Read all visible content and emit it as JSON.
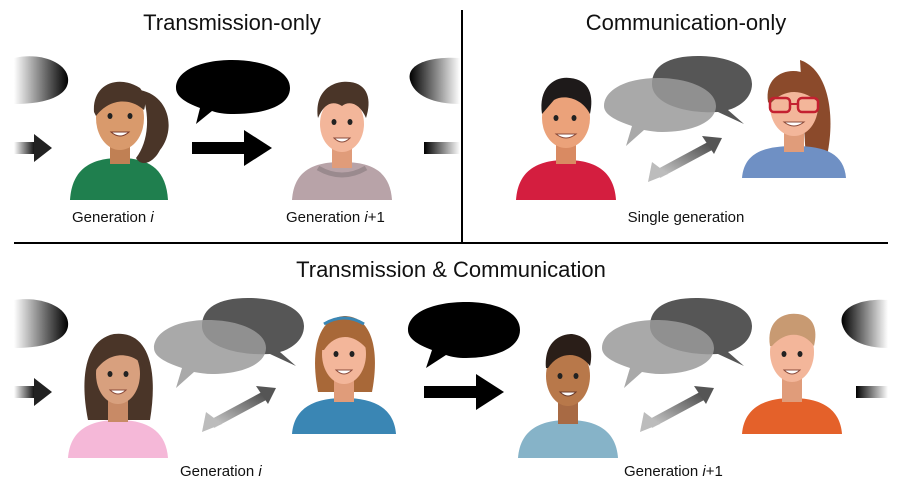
{
  "panels": {
    "transmission_only": {
      "title": "Transmission-only",
      "caption_left": "Generation ",
      "caption_left_var": "i",
      "caption_right": "Generation ",
      "caption_right_var": "i",
      "caption_right_suffix": "+1"
    },
    "communication_only": {
      "title": "Communication-only",
      "caption": "Single generation"
    },
    "transmission_and_communication": {
      "title": "Transmission & Communication",
      "caption_left": "Generation ",
      "caption_left_var": "i",
      "caption_right": "Generation ",
      "caption_right_var": "i",
      "caption_right_suffix": "+1"
    }
  },
  "colors": {
    "speech_black": "#000000",
    "speech_dark": "#4d4d4d",
    "speech_light": "#9a9a9a",
    "shirt_green": "#1f7f4e",
    "shirt_mauve": "#b8a3a8",
    "shirt_red": "#d41e3f",
    "shirt_blue": "#6f90c4",
    "shirt_pink": "#f5b8d8",
    "shirt_teal": "#3a86b4",
    "shirt_lightblue": "#86b3c8",
    "shirt_orange": "#e4612a",
    "skin_tan": "#d99a6c",
    "skin_light": "#f3b69a",
    "skin_dark": "#b8784a",
    "hair_brown": "#4a3528",
    "hair_black": "#1e1a1a",
    "hair_auburn": "#8b4a2b",
    "hair_blond": "#c89a72"
  }
}
